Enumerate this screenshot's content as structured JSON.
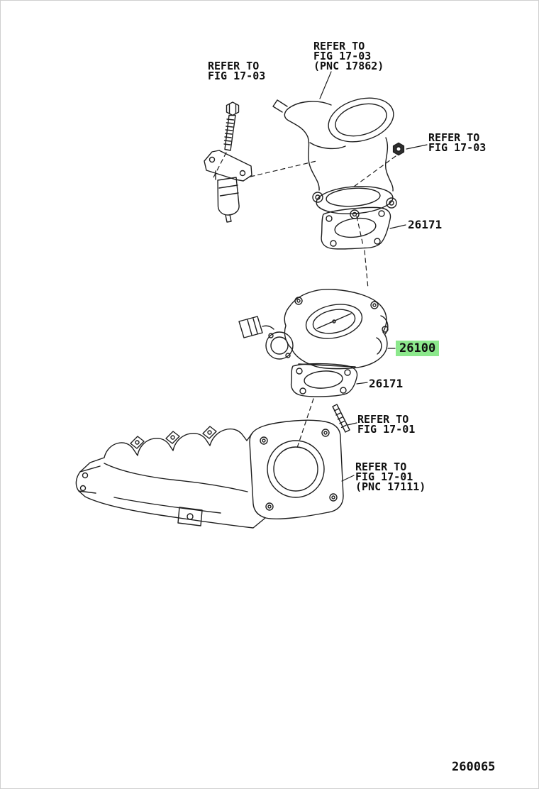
{
  "diagram": {
    "background": "#ffffff",
    "line_color": "#1e1e1e",
    "highlight_color": "#8ce88c",
    "drawing_number": "260065",
    "callouts": {
      "refer_top_left": {
        "lines": [
          "REFER TO",
          "FIG 17-03"
        ]
      },
      "refer_top_center": {
        "lines": [
          "REFER TO",
          "FIG 17-03",
          "(PNC 17862)"
        ]
      },
      "refer_right": {
        "lines": [
          "REFER TO",
          "FIG 17-03"
        ]
      },
      "upper_gasket": {
        "part_number": "26171"
      },
      "throttle_body": {
        "part_number": "26100",
        "highlighted": true
      },
      "lower_gasket": {
        "part_number": "26171"
      },
      "refer_stud": {
        "lines": [
          "REFER TO",
          "FIG 17-01"
        ]
      },
      "refer_manifold": {
        "lines": [
          "REFER TO",
          "FIG 17-01",
          "(PNC 17111)"
        ]
      }
    }
  }
}
